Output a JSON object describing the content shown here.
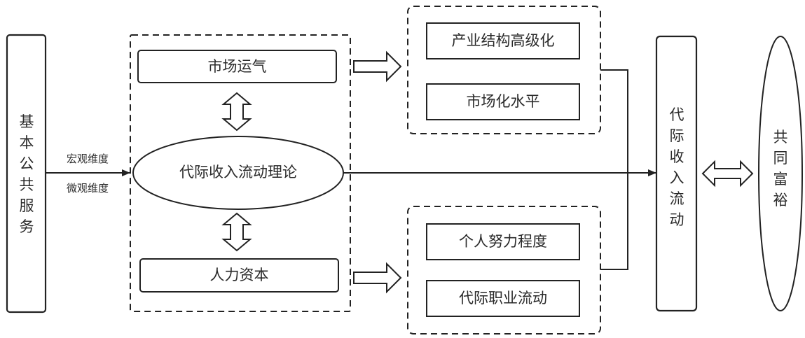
{
  "diagram": {
    "left_box": {
      "label": [
        "基",
        "本",
        "公",
        "共",
        "服",
        "务"
      ]
    },
    "edge_labels": {
      "top": "宏观维度",
      "bottom": "微观维度"
    },
    "theory_group": {
      "top": "市场运气",
      "center": "代际收入流动理论",
      "bottom": "人力资本"
    },
    "upper_group": {
      "items": [
        "产业结构高级化",
        "市场化水平"
      ]
    },
    "lower_group": {
      "items": [
        "个人努力程度",
        "代际职业流动"
      ]
    },
    "outcome_box": {
      "label": [
        "代",
        "际",
        "收",
        "入",
        "流",
        "动"
      ]
    },
    "goal_ellipse": {
      "label": [
        "共",
        "同",
        "富",
        "裕"
      ]
    },
    "colors": {
      "stroke": "#222222",
      "text": "#2a2a2a",
      "background": "#ffffff"
    }
  }
}
